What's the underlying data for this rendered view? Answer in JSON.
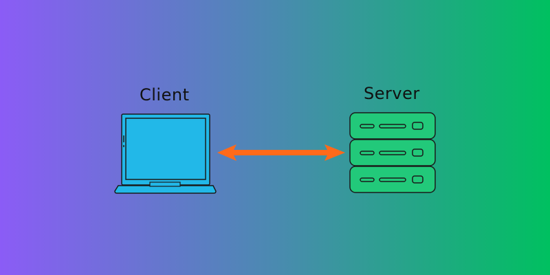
{
  "diagram": {
    "client": {
      "label": "Client",
      "icon": "laptop-icon"
    },
    "server": {
      "label": "Server",
      "icon": "server-rack-icon",
      "units": 3
    },
    "connection": {
      "type": "bidirectional-arrow"
    }
  },
  "colors": {
    "background_start": "#8b5cf6",
    "background_mid": "#4a8ab0",
    "background_end": "#00c060",
    "laptop": "#22b8e8",
    "server": "#22c97a",
    "arrow": "#ff6a1a",
    "outline": "#1a1a1a"
  }
}
